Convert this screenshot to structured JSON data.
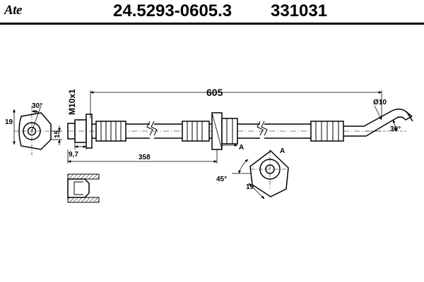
{
  "header": {
    "brand_logo": "Ate",
    "part_number": "24.5293-0605.3",
    "reference_number": "331031"
  },
  "dimensions": {
    "overall_length": "605",
    "thread": "M10x1",
    "bracket_position": "358",
    "fitting_width": "9,7",
    "fitting_depth": "15",
    "left_flange_width": "19",
    "left_flange_angle": "30°",
    "bracket_width": "19",
    "bracket_angle": "45°",
    "bend_diameter": "Ø10",
    "bend_angle": "30°",
    "section_marker": "A",
    "detail_marker": "A"
  }
}
